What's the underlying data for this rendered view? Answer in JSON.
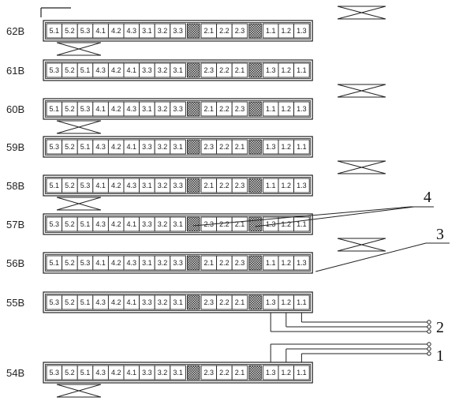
{
  "diagram": {
    "rows": [
      {
        "label": "62B",
        "order": "A",
        "cross_top": "right",
        "cross_bottom": "left"
      },
      {
        "label": "61B",
        "order": "B",
        "cross_top": "",
        "cross_bottom": ""
      },
      {
        "label": "60B",
        "order": "A",
        "cross_top": "right",
        "cross_bottom": "left"
      },
      {
        "label": "59B",
        "order": "B",
        "cross_top": "",
        "cross_bottom": ""
      },
      {
        "label": "58B",
        "order": "A",
        "cross_top": "right",
        "cross_bottom": "left"
      },
      {
        "label": "57B",
        "order": "B",
        "cross_top": "",
        "cross_bottom": ""
      },
      {
        "label": "56B",
        "order": "A",
        "cross_top": "right",
        "cross_bottom": ""
      },
      {
        "label": "55B",
        "order": "B",
        "cross_top": "",
        "cross_bottom": ""
      },
      {
        "label": "54B",
        "order": "B",
        "cross_top": "",
        "cross_bottom": "left"
      }
    ],
    "cell_orders": {
      "A": [
        "5.1",
        "5.2",
        "5.3",
        "4.1",
        "4.2",
        "4.3",
        "3.1",
        "3.2",
        "3.3",
        "",
        "2.1",
        "2.2",
        "2.3",
        "",
        "1.1",
        "1.2",
        "1.3"
      ],
      "B": [
        "5.3",
        "5.2",
        "5.1",
        "4.3",
        "4.2",
        "4.1",
        "3.3",
        "3.2",
        "3.1",
        "",
        "2.3",
        "2.2",
        "2.1",
        "",
        "1.3",
        "1.2",
        "1.1"
      ]
    },
    "callouts": {
      "c1": "1",
      "c2": "2",
      "c3": "3",
      "c4": "4"
    }
  }
}
